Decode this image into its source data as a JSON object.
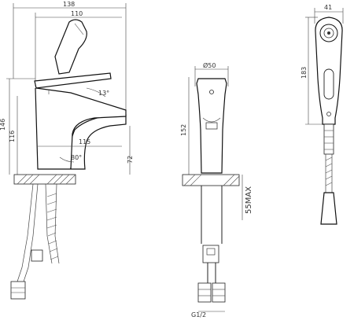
{
  "dimensions": {
    "overall_width": "138",
    "handle_width": "110",
    "lever_angle": "13°",
    "height_to_spout": "146",
    "height_spout": "116",
    "spout_reach": "115",
    "base_angle": "80°",
    "spout_clearance": "72",
    "body_diameter": "Ø50",
    "body_height": "152",
    "max_counter_thickness": "55MAX",
    "hose_thread": "G1/2",
    "shower_width": "41",
    "shower_length": "183"
  },
  "colors": {
    "ink": "#222222",
    "background": "#ffffff"
  }
}
